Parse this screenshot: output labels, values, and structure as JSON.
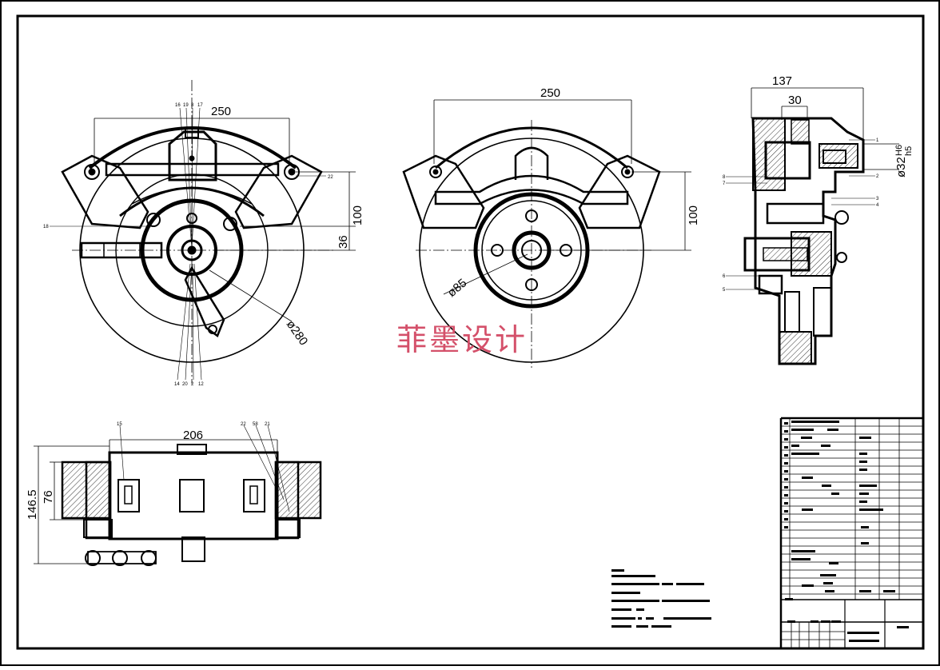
{
  "drawing": {
    "front_view": {
      "dims": {
        "width": "250",
        "height": "100",
        "offset": "36",
        "diameter": "ø280"
      },
      "part_labels_top": [
        "16",
        "19",
        "8",
        "17"
      ],
      "part_labels_bottom": [
        "14",
        "20",
        "2",
        "12"
      ],
      "label_left": "18",
      "label_right": "22"
    },
    "rear_view": {
      "dims": {
        "width": "250",
        "height": "100",
        "diameter": "ø85"
      }
    },
    "section_view": {
      "dims": {
        "width": "137",
        "inner": "30",
        "fit": "ø32",
        "fit_upper": "H6",
        "fit_lower": "h5"
      },
      "part_labels_right": [
        "1",
        "2",
        "3",
        "4"
      ],
      "part_labels_left": [
        "8",
        "7",
        "6",
        "5"
      ]
    },
    "top_view": {
      "dims": {
        "width": "206",
        "height_outer": "146.5",
        "height_inner": "76"
      },
      "part_labels": [
        "15",
        "22",
        "58",
        "21"
      ]
    },
    "watermark": "菲墨设计"
  },
  "colors": {
    "line": "#000000",
    "watermark": "#d4506a",
    "background": "#ffffff"
  }
}
